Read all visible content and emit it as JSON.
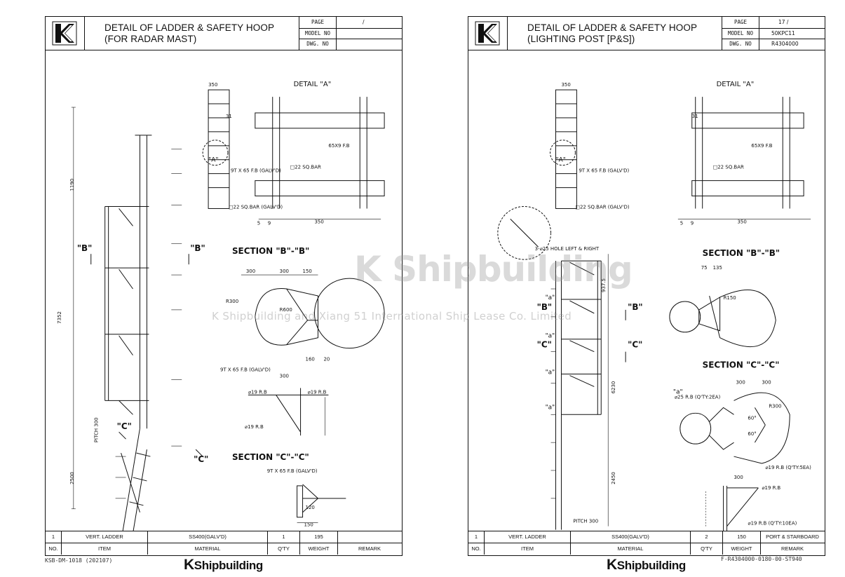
{
  "sheets": [
    {
      "title_line1": "DETAIL OF LADDER & SAFETY HOOP",
      "title_line2": "(FOR RADAR MAST)",
      "meta": {
        "page_label": "PAGE",
        "page_value": "/",
        "model_label": "MODEL NO",
        "model_value": "",
        "dwg_label": "DWG. NO",
        "dwg_value": ""
      },
      "drawing": {
        "detail_a": "DETAIL \"A\"",
        "section_b": "SECTION \"B\"-\"B\"",
        "section_c": "SECTION \"C\"-\"C\"",
        "marker_b": "\"B\"",
        "marker_c": "\"C\"",
        "marker_a": "\"A\"",
        "label_fb": "9T X 65 F.B (GALV'D)",
        "label_bar": "□22 SQ.BAR",
        "label_bar2": "□22 SQ.BAR (GALV'D)",
        "label_fb2": "65X9 F.B",
        "label_rb": "⌀19 R.B",
        "label_r300": "R300",
        "label_r600": "R600",
        "label_pitch": "PITCH 300",
        "dim_350": "350",
        "dim_300": "300",
        "dim_150": "150",
        "dim_31": "31",
        "dim_5": "5",
        "dim_9": "9",
        "dim_7352": "7352",
        "dim_1190": "1190",
        "dim_2500": "2500",
        "dim_160": "160",
        "dim_20": "20",
        "dim_120": "120"
      },
      "bom": {
        "row": [
          "1",
          "VERT. LADDER",
          "SS400(GALV'D)",
          "1",
          "195",
          ""
        ],
        "head": [
          "NO.",
          "ITEM",
          "MATERIAL",
          "Q'TY",
          "WEIGHT",
          "REMARK"
        ]
      },
      "footer_code": "KSB-DM-1018 (202107)",
      "footer_logo_k": "K",
      "footer_logo_text": "Shipbuilding"
    },
    {
      "title_line1": "DETAIL OF LADDER & SAFETY HOOP",
      "title_line2": "(LIGHTING POST [P&S])",
      "meta": {
        "page_label": "PAGE",
        "page_value": "17  /",
        "model_label": "MODEL NO",
        "model_value": "50KPC11",
        "dwg_label": "DWG. NO",
        "dwg_value": "R4304000"
      },
      "drawing": {
        "detail_a": "DETAIL \"A\"",
        "section_b": "SECTION \"B\"-\"B\"",
        "section_c": "SECTION \"C\"-\"C\"",
        "marker_b": "\"B\"",
        "marker_c": "\"C\"",
        "marker_a": "\"A\"",
        "marker_a_small": "\"a\"",
        "label_fb": "9T X 65 F.B (GALV'D)",
        "label_bar": "□22 SQ.BAR",
        "label_bar2": "□22 SQ.BAR (GALV'D)",
        "label_fb2": "65X9 F.B",
        "label_rb": "⌀19 R.B",
        "label_rb2": "⌀19 R.B (Q'TY:5EA)",
        "label_rb3": "⌀19 R.B (Q'TY:10EA)",
        "label_fb3": "⌀25 R.B (Q'TY:2EA)",
        "label_hole": "3-⌀25 HOLE LEFT & RIGHT",
        "label_r300": "R300",
        "label_r150": "R150",
        "label_pitch": "PITCH 300",
        "dim_350": "350",
        "dim_300": "300",
        "dim_31": "31",
        "dim_5": "5",
        "dim_9": "9",
        "dim_6230": "6230",
        "dim_2450": "2450",
        "dim_9375": "937.5",
        "dim_60": "60°",
        "dim_75": "75",
        "dim_135": "135"
      },
      "bom": {
        "row": [
          "1",
          "VERT. LADDER",
          "SS400(GALV'D)",
          "2",
          "150",
          "PORT & STARBOARD"
        ],
        "head": [
          "NO.",
          "ITEM",
          "MATERIAL",
          "Q'TY",
          "WEIGHT",
          "REMARK"
        ]
      },
      "footer_code": "F-R4304000-0180-00-ST940",
      "footer_logo_k": "K",
      "footer_logo_text": "Shipbuilding"
    }
  ],
  "watermark": {
    "big": "K Shipbuilding",
    "small": "K Shipbuilding and Xiang 51 International Ship Lease Co. Limited"
  }
}
